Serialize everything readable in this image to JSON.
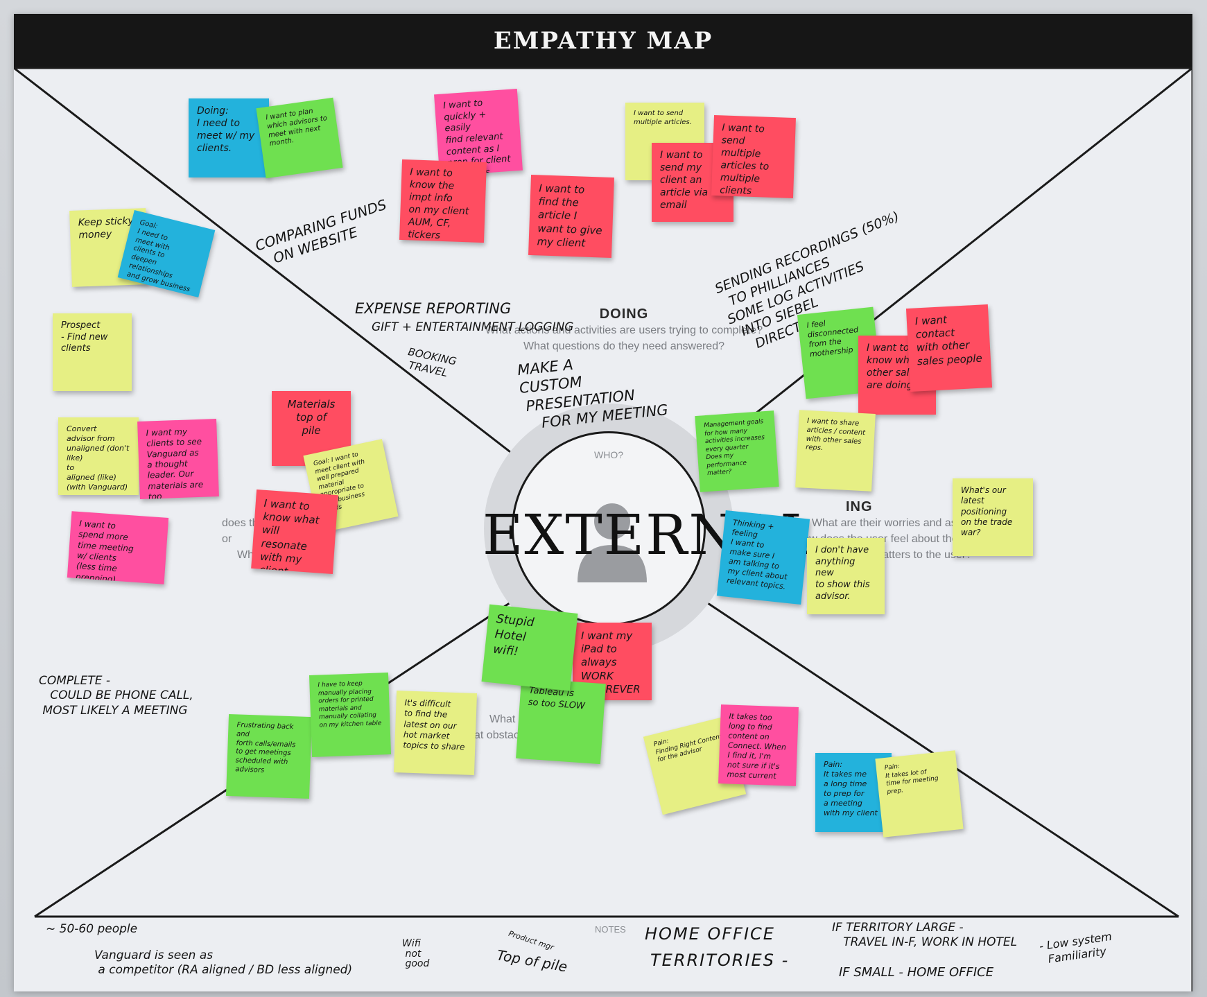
{
  "poster": {
    "title": "EMPATHY MAP"
  },
  "center": {
    "who": "WHO?",
    "word": "EXTERNAL"
  },
  "sections": {
    "doing": {
      "title": "DOING",
      "lines": [
        "What actions and activities are users trying to complete?",
        "What questions do they need answered?"
      ]
    },
    "goals": {
      "title": "GOAL",
      "lines": [
        "does this user want or",
        "What i"
      ]
    },
    "thinking": {
      "title": "ING",
      "lines": [
        "What are their worries and aspirations?",
        "How does the user feel about the experience?",
        "What matters to the user?"
      ]
    },
    "pains": {
      "lines": [
        "What",
        "What obstac"
      ]
    },
    "notes": {
      "title": "NOTES"
    }
  },
  "handwriting": {
    "comparing_funds": "COMPARING FUNDS\n   ON WEBSITE",
    "expense_reporting": "EXPENSE REPORTING",
    "gift_logging": "GIFT + ENTERTAINMENT LOGGING",
    "booking_travel": "BOOKING\n TRAVEL",
    "custom_presentation": "MAKE A\nCUSTOM\n PRESENTATION\n    FOR MY MEETING",
    "sending_recordings": "SENDING RECORDINGS (50%)\n  TO PHILLIANCES\nSOME LOG ACTIVITIES\n  INTO SIEBEL\n    DIRECTLY",
    "complete": "COMPLETE -\n   COULD BE PHONE CALL,\n MOST LIKELY A MEETING",
    "people_count": "~ 50-60 people",
    "vanguard_competitor": "Vanguard is seen as\n a competitor (RA aligned / BD less aligned)",
    "wifi_note": "Wifi\n not\n good",
    "top_of_pile": "Top of pile",
    "top_of_pile_small": "Product mgr",
    "home_office": "HOME OFFICE",
    "territories": "TERRITORIES -",
    "territory_large": "IF TERRITORY LARGE -\n   TRAVEL IN-F, WORK IN HOTEL",
    "territory_small": "IF SMALL - HOME OFFICE",
    "low_system": "- Low system\n  Familiarity"
  },
  "stickies": {
    "doing_meet_clients": "Doing:\nI need to\nmeet w/ my\nclients.",
    "plan_advisors": "I want to plan\nwhich advisors to\nmeet with next\nmonth.",
    "find_relevant_content": "I want to\nquickly + easily\nfind relevant\ncontent as I\nprep for client\nmeetings",
    "know_impt_info": "I want to\nknow the\nimpt info\non my client\nAUM, CF, tickers\nused",
    "find_article": "I want to\nfind the\narticle I\nwant to give\nmy client",
    "send_multiple_articles": "I want to send\nmultiple articles.",
    "send_article_email": "I want to\nsend my\nclient an\narticle via\nemail",
    "send_multiple_clients": "I want to\nsend\nmultiple\narticles to\nmultiple clients",
    "keep_sticky_money": "Keep sticky\nmoney",
    "goal_meet_clients": "Goal:\nI need to\nmeet with\nclients to\ndeepen relationships\nand grow business",
    "prospect": "Prospect\n- Find new clients",
    "convert_advisor": "Convert\nadvisor from\nunaligned (don't like)\nto\naligned (like)\n(with Vanguard)",
    "thought_leader": "I want my\nclients to see\nVanguard as\na thought\nleader. Our\nmaterials are top\nnotch",
    "spend_more_time": "I want to\nspend more\ntime meeting\nw/ clients\n(less time prepping)",
    "materials_top_pile": "Materials\ntop of\npile",
    "goal_prepared_material": "Goal: I want to\nmeet client with\nwell prepared material\nappropriate to\ntheir business\nneeds",
    "know_what_resonates": "I want to\nknow what\nwill resonate\nwith my\nclient",
    "disconnected_mothership": "I feel disconnected\nfrom the\nmothership",
    "know_other_sales": "I want to\nknow what\nother sales\nare doing",
    "contact_sales_people": "I want\ncontact\nwith other\nsales people",
    "management_goals": "Management goals\nfor how many\nactivities increases\nevery quarter\nDoes my performance\nmatter?",
    "share_articles": "I want to share\narticles / content\nwith other sales\nreps.",
    "latest_positioning": "What's our\nlatest positioning\non the trade\nwar?",
    "make_sure_talking": "Thinking + feeling\nI want to\nmake sure I\nam talking to\nmy client about\nrelevant topics.",
    "nothing_new": "I don't have\nanything new\nto show this\nadvisor.",
    "frustrating_calls": "Frustrating back and\nforth calls/emails\nto get meetings\nscheduled with\nadvisors",
    "manually_placing": "I have to keep\nmanually placing\norders for printed\nmaterials and\nmanually collating\non my kitchen table",
    "difficult_latest": "It's difficult\nto find the\nlatest on our\nhot market\ntopics to share",
    "stupid_hotel_wifi": "Stupid\nHotel\nwifi!",
    "ipad_always_work": "I want my\niPad to\nalways WORK\nWHEREVER",
    "tableau_slow": "Tableau is\nso too SLOW",
    "pain_finding_content": "Pain:\nFinding Right Content\nfor the advisor",
    "too_long_connect": "It takes too\nlong to find\ncontent on\nConnect. When\nI find it, I'm\nnot sure if it's\nmost current",
    "pain_long_time": "Pain:\nIt takes me\na long time\nto prep for\na meeting\nwith my client",
    "pain_prep": "Pain:\nIt takes lot of\ntime for meeting\nprep."
  }
}
